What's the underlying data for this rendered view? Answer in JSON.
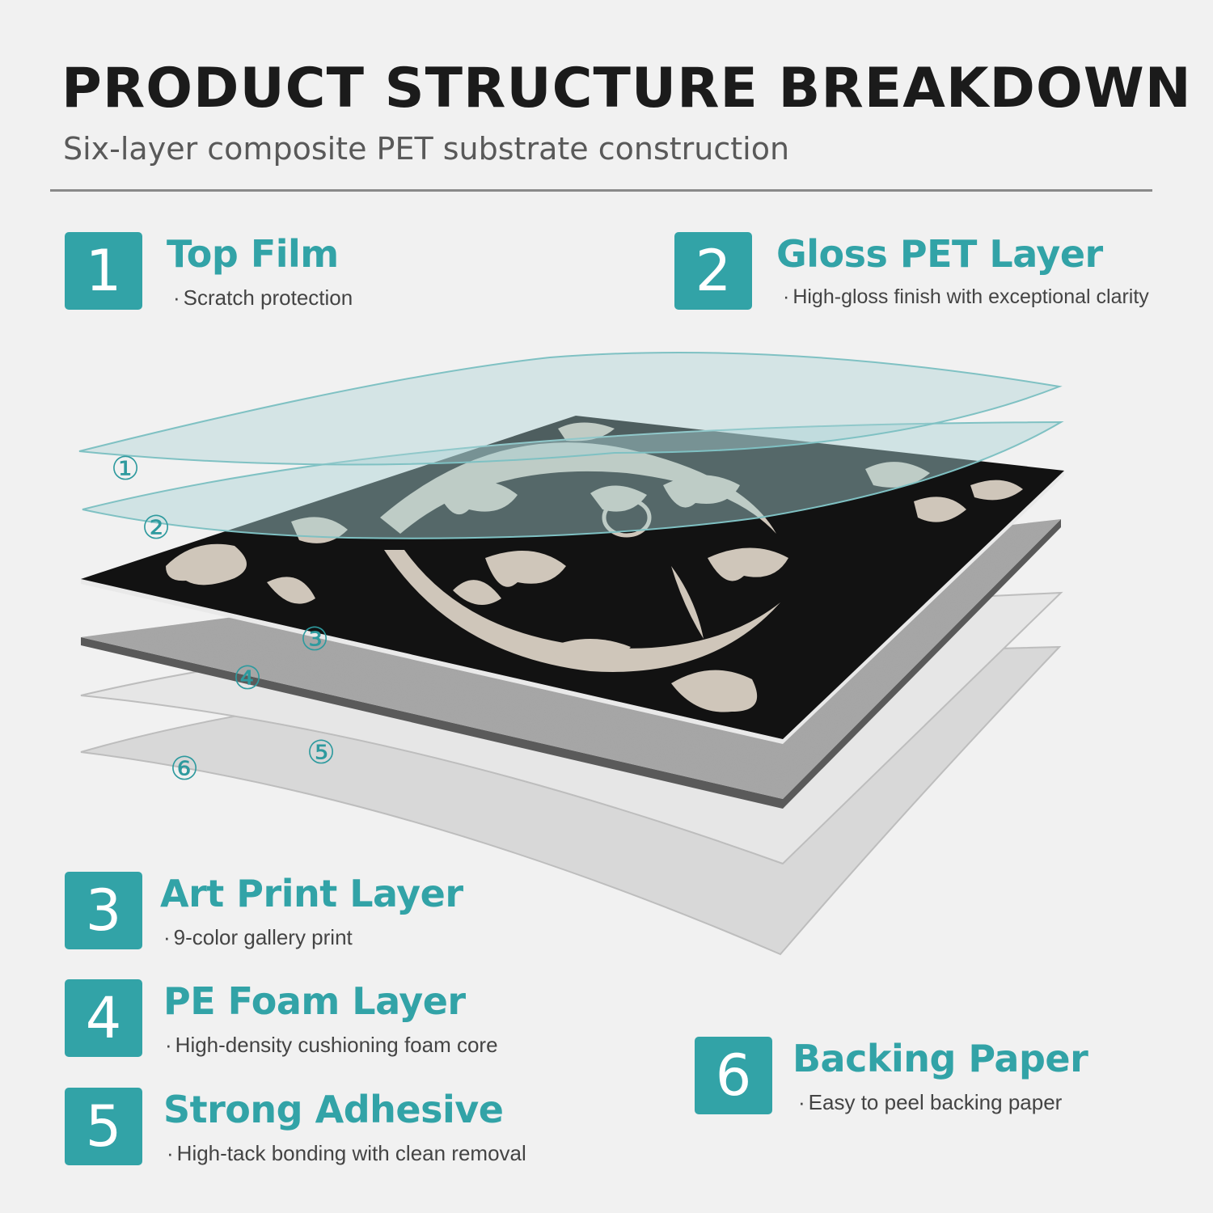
{
  "header": {
    "title": "PRODUCT STRUCTURE BREAKDOWN",
    "subtitle": "Six-layer composite PET substrate construction"
  },
  "layers": [
    {
      "number": "1",
      "name": "Top Film",
      "description": "Scratch protection"
    },
    {
      "number": "2",
      "name": "Gloss PET Layer",
      "description": "High-gloss finish with exceptional clarity"
    },
    {
      "number": "3",
      "name": "Art Print Layer",
      "description": "9-color gallery print"
    },
    {
      "number": "4",
      "name": "PE Foam Layer",
      "description": "High-density cushioning foam core"
    },
    {
      "number": "5",
      "name": "Strong Adhesive",
      "description": "High-tack bonding with clean removal"
    },
    {
      "number": "6",
      "name": "Backing Paper",
      "description": "Easy to peel backing paper"
    }
  ],
  "markers": [
    "①",
    "②",
    "③",
    "④",
    "⑤",
    "⑥"
  ],
  "colors": {
    "accent": "#32a3a7",
    "tile_black": "#121212",
    "tile_pattern": "#cfc6ba",
    "foam": "#a9a9a9",
    "sheet": "#d4d4d4",
    "film": "#a9d3d4"
  }
}
